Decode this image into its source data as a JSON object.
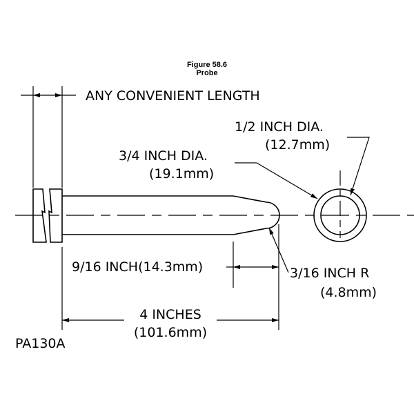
{
  "figure": {
    "number": "Figure 58.6",
    "title": "Probe"
  },
  "labels": {
    "length": "ANY CONVENIENT LENGTH",
    "outer_dia_in": "3/4 INCH DIA.",
    "outer_dia_mm": "(19.1mm)",
    "inner_dia_in": "1/2 INCH DIA.",
    "inner_dia_mm": "(12.7mm)",
    "taper_len": "9/16 INCH(14.3mm)",
    "radius_in": "3/16 INCH R",
    "radius_mm": "(4.8mm)",
    "total_in": "4 INCHES",
    "total_mm": "(101.6mm)",
    "part_no": "PA130A"
  }
}
